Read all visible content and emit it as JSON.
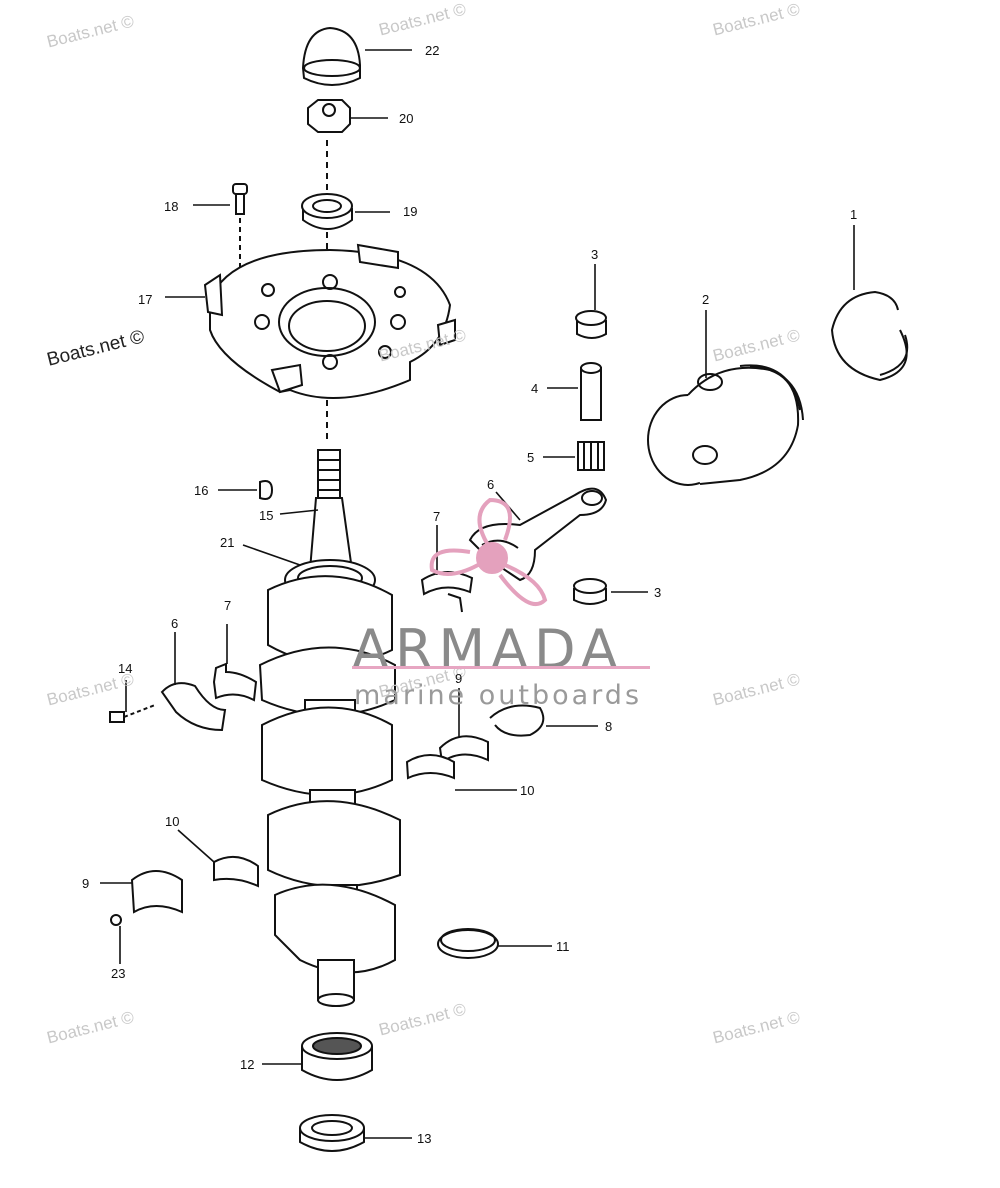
{
  "watermark_text": "Boats.net ©",
  "brand": {
    "name": "ARMADA",
    "tagline": "marine outboards",
    "logo_color": "#e4a1bd"
  },
  "callouts": [
    "1",
    "2",
    "3",
    "4",
    "5",
    "6",
    "7",
    "8",
    "9",
    "10",
    "11",
    "12",
    "13",
    "14",
    "15",
    "16",
    "17",
    "18",
    "19",
    "20",
    "21",
    "22",
    "23",
    "3",
    "6",
    "7",
    "9",
    "10"
  ],
  "parts": [
    {
      "label": "1",
      "name": "piston-ring"
    },
    {
      "label": "2",
      "name": "piston"
    },
    {
      "label": "3",
      "name": "washer"
    },
    {
      "label": "4",
      "name": "piston-pin"
    },
    {
      "label": "5",
      "name": "needle-bearing"
    },
    {
      "label": "6",
      "name": "connecting-rod"
    },
    {
      "label": "7",
      "name": "bearing-cage"
    },
    {
      "label": "8",
      "name": "retaining-ring"
    },
    {
      "label": "9",
      "name": "bearing-race"
    },
    {
      "label": "10",
      "name": "roller-cage"
    },
    {
      "label": "11",
      "name": "seal-ring"
    },
    {
      "label": "12",
      "name": "roller-bearing"
    },
    {
      "label": "13",
      "name": "oil-seal"
    },
    {
      "label": "14",
      "name": "screw"
    },
    {
      "label": "15",
      "name": "crankshaft"
    },
    {
      "label": "16",
      "name": "woodruff-key"
    },
    {
      "label": "17",
      "name": "bearing-cage-plate"
    },
    {
      "label": "18",
      "name": "screw"
    },
    {
      "label": "19",
      "name": "seal"
    },
    {
      "label": "20",
      "name": "nut"
    },
    {
      "label": "21",
      "name": "ball-bearing"
    },
    {
      "label": "22",
      "name": "cap"
    },
    {
      "label": "23",
      "name": "dowel-pin"
    }
  ]
}
